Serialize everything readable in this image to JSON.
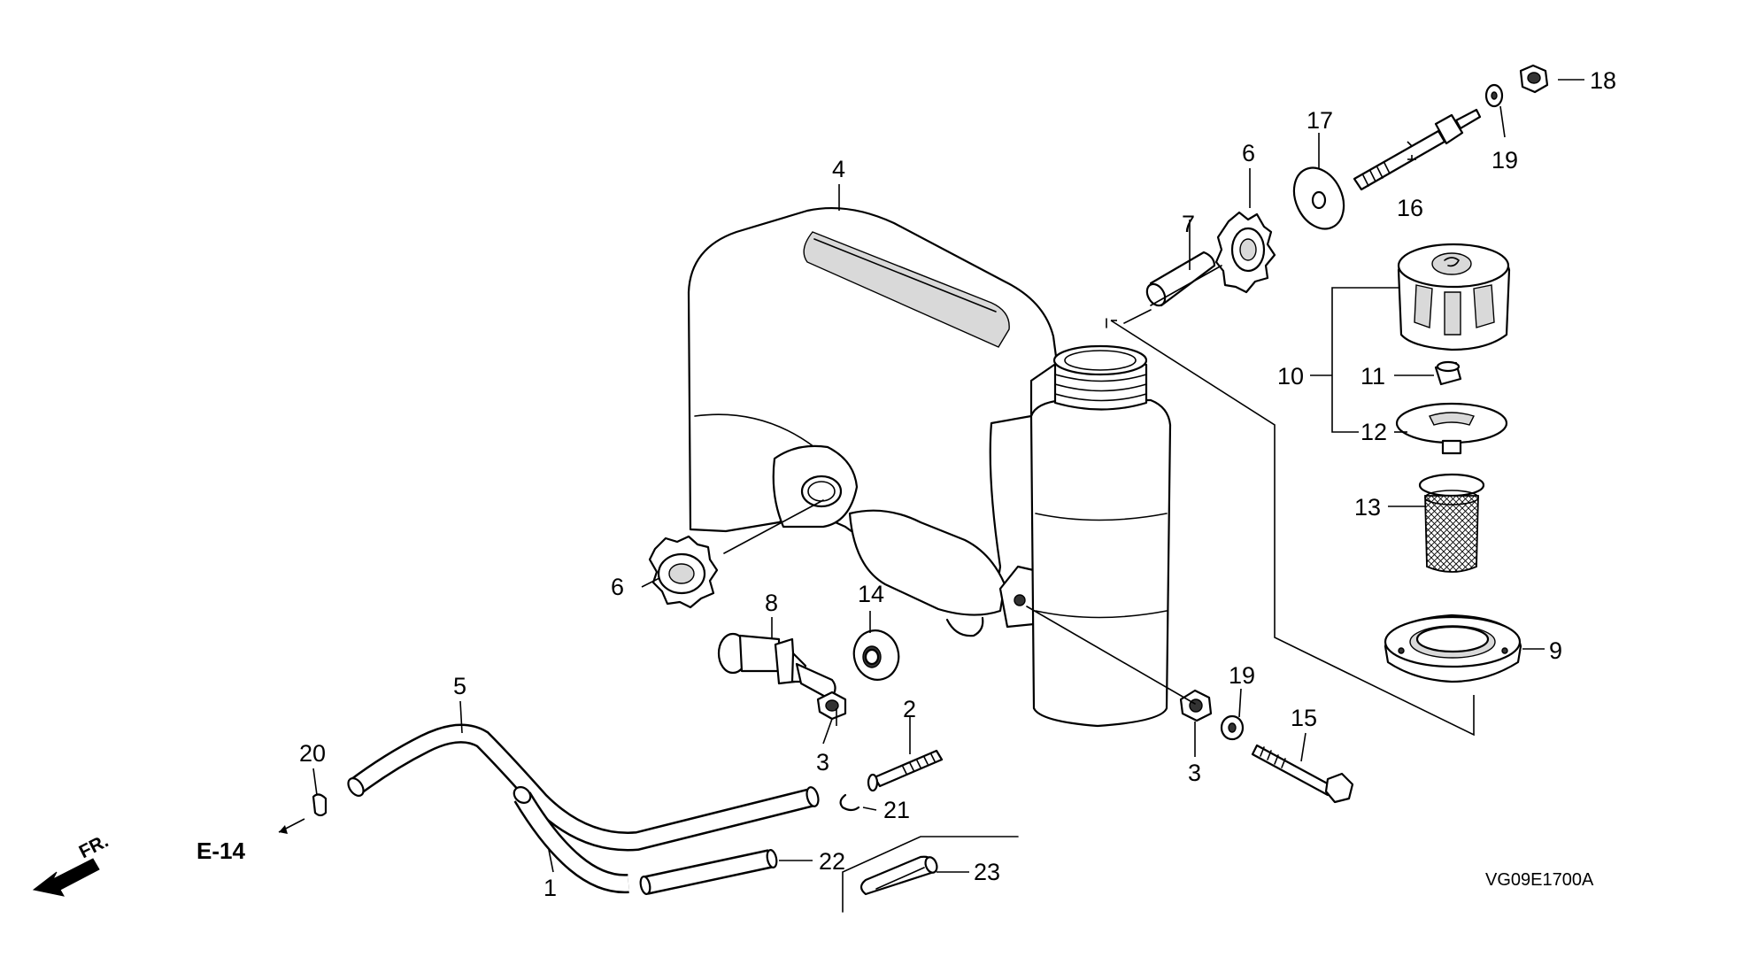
{
  "diagram_code": "VG09E1700A",
  "reference": "E-14",
  "direction_label": "FR.",
  "callouts": {
    "c1": "1",
    "c2": "2",
    "c3a": "3",
    "c3b": "3",
    "c4": "4",
    "c5": "5",
    "c6a": "6",
    "c6b": "6",
    "c7": "7",
    "c8": "8",
    "c9": "9",
    "c10": "10",
    "c11": "11",
    "c12": "12",
    "c13": "13",
    "c14": "14",
    "c15": "15",
    "c16": "16",
    "c17": "17",
    "c18": "18",
    "c19a": "19",
    "c19b": "19",
    "c20": "20",
    "c21": "21",
    "c22": "22",
    "c23": "23"
  }
}
